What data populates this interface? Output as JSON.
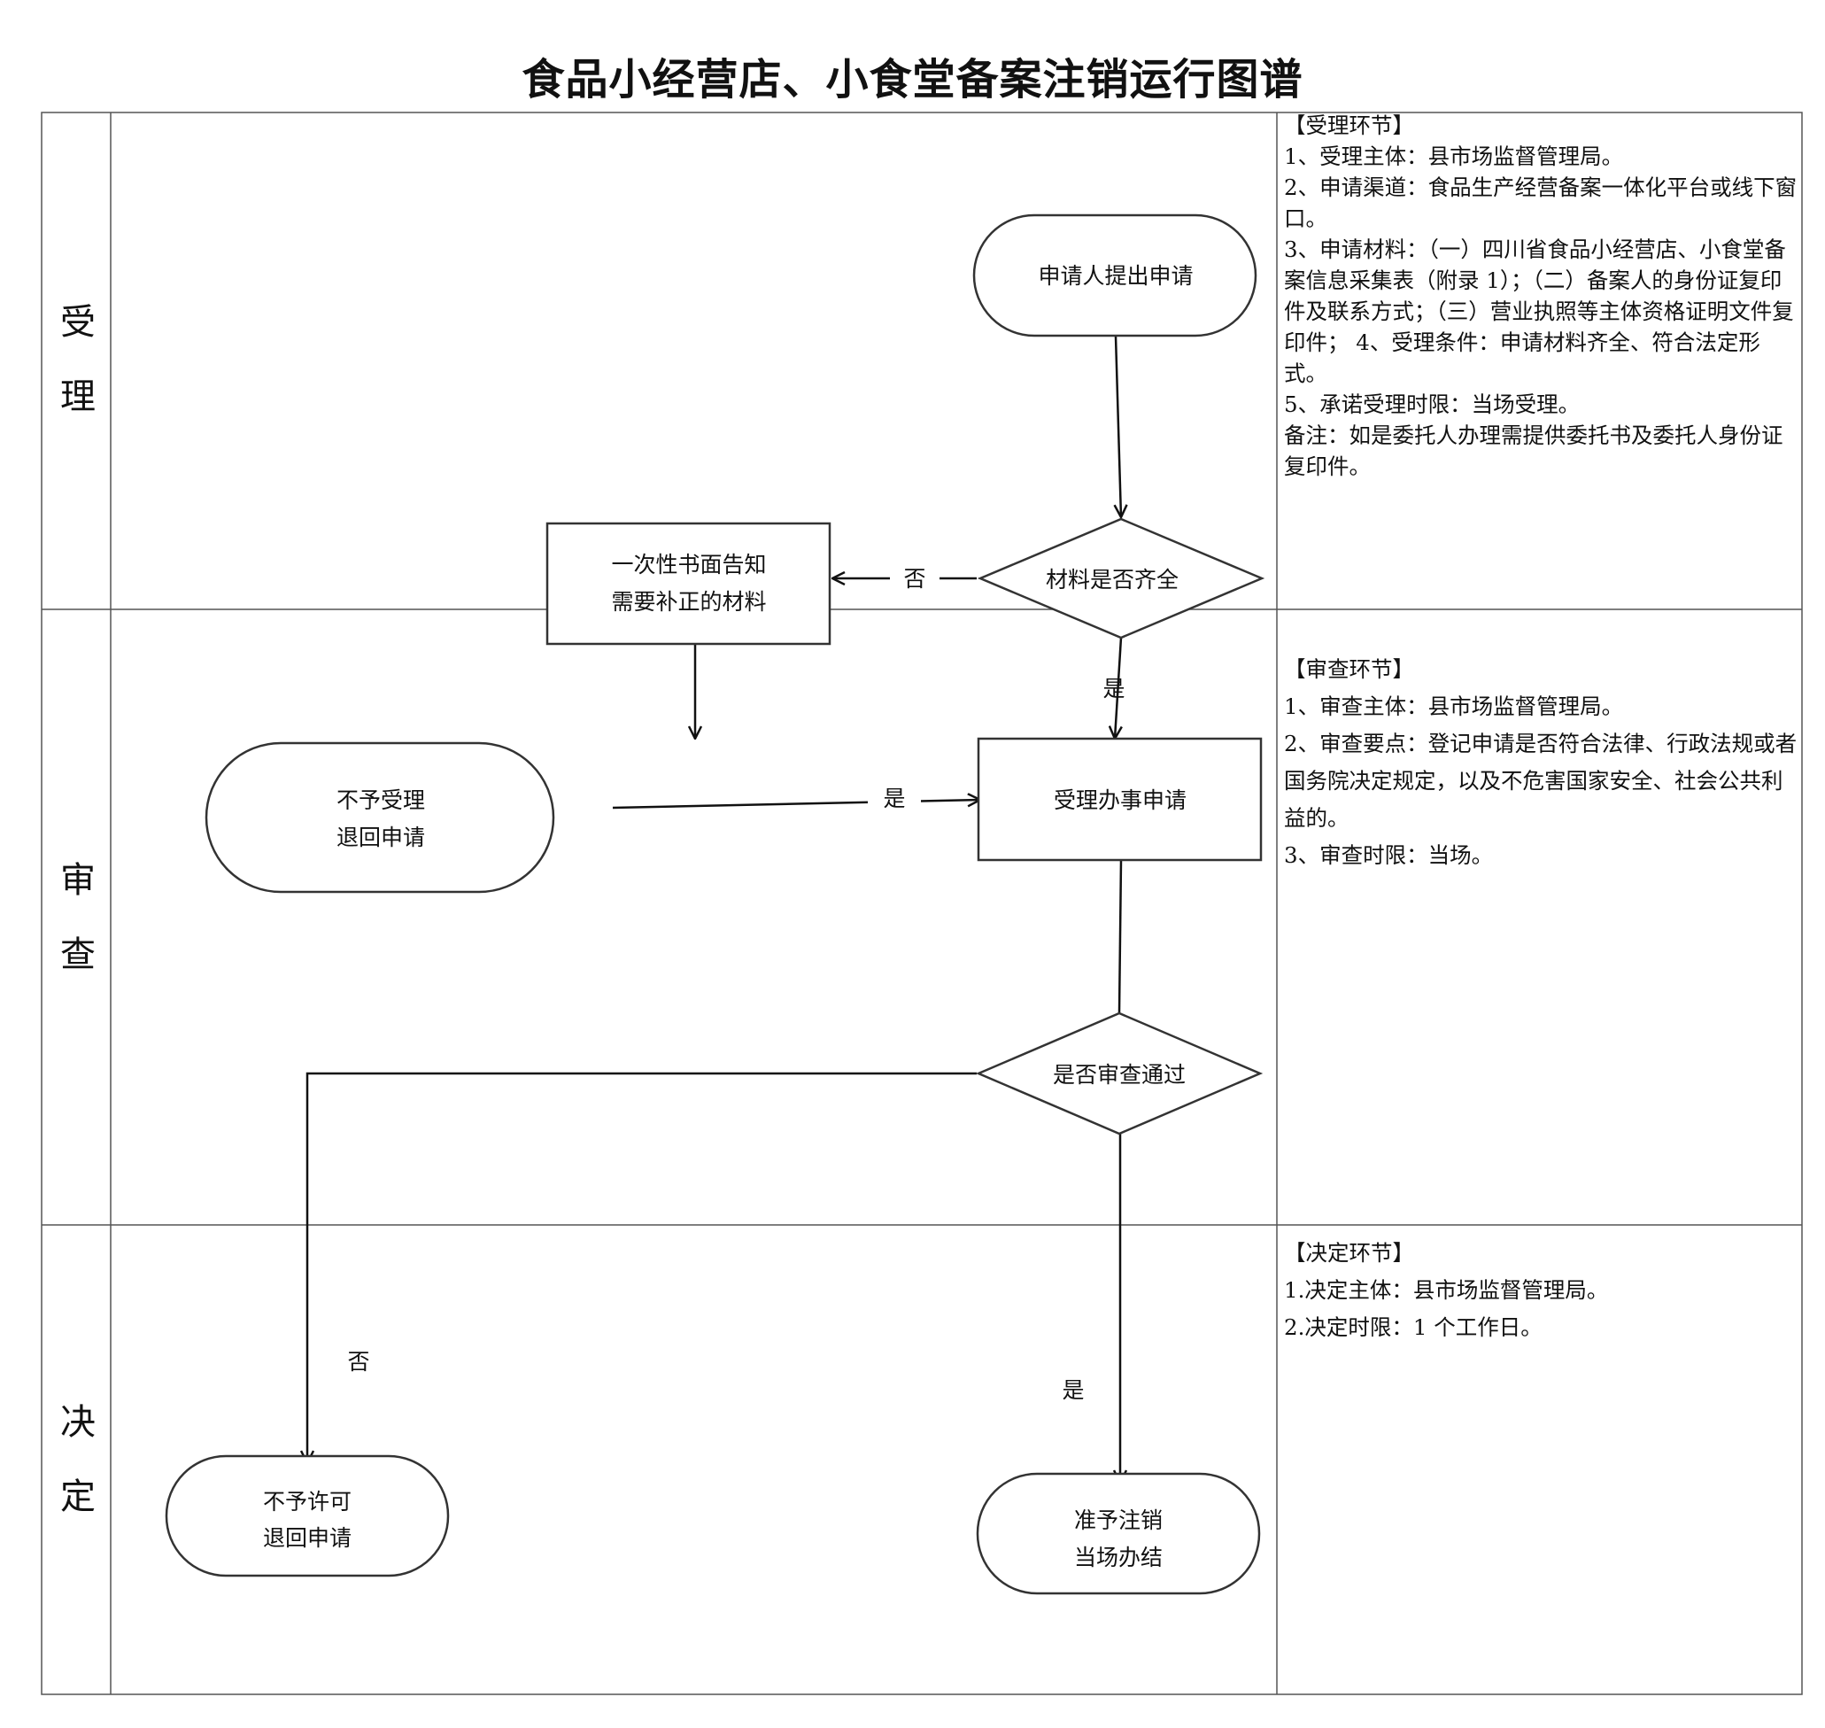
{
  "title": "食品小经营店、小食堂备案注销运行图谱",
  "stages": {
    "accept": [
      "受",
      "理"
    ],
    "review": [
      "审",
      "查"
    ],
    "decide": [
      "决",
      "定"
    ]
  },
  "nodes": {
    "apply": "申请人提出申请",
    "materials_check": "材料是否齐全",
    "notify": [
      "一次性书面告知",
      "需要补正的材料"
    ],
    "reject_accept": [
      "不予受理",
      "退回申请"
    ],
    "accept_apply": "受理办事申请",
    "review_pass": "是否审查通过",
    "no_permit": [
      "不予许可",
      "退回申请"
    ],
    "approve": [
      "准予注销",
      "当场办结"
    ]
  },
  "edge_labels": {
    "no_1": "否",
    "yes_1": "是",
    "yes_2": "是",
    "no_2": "否",
    "yes_3": "是"
  },
  "notes": {
    "accept": [
      "【受理环节】",
      "1、受理主体：县市场监督管理局。",
      "2、申请渠道：食品生产经营备案一体化平台或线下窗口。",
      "3、申请材料：（一）四川省食品小经营店、小食堂备案信息采集表（附录 1）；（二）备案人的身份证复印件及联系方式；（三）营业执照等主体资格证明文件复印件； 4、受理条件：申请材料齐全、符合法定形式。",
      "5、承诺受理时限：当场受理。",
      "备注：如是委托人办理需提供委托书及委托人身份证复印件。"
    ],
    "review": [
      "【审查环节】",
      "1、审查主体：县市场监督管理局。",
      "2、审查要点：登记申请是否符合法律、行政法规或者国务院决定规定，以及不危害国家安全、社会公共利益的。",
      "3、审查时限：当场。"
    ],
    "decide": [
      "【决定环节】",
      "1.决定主体：县市场监督管理局。",
      "2.决定时限：1 个工作日。"
    ]
  }
}
